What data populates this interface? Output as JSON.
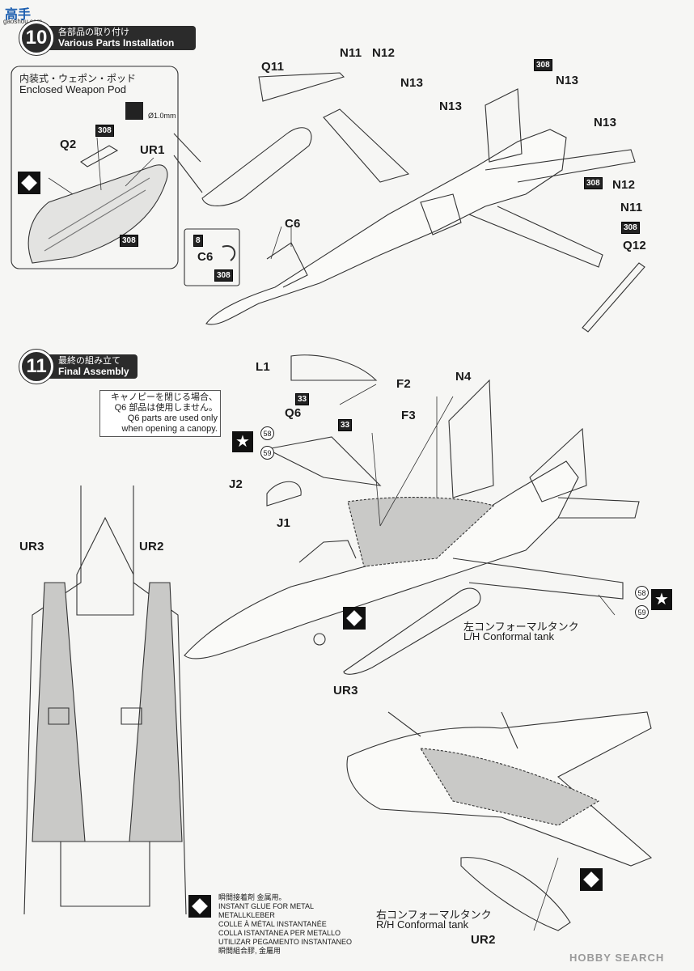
{
  "watermark": {
    "top_left": "高手",
    "top_left_site": "gaoshou.com",
    "bottom_right": "HOBBY SEARCH"
  },
  "step10": {
    "number": "10",
    "title_jp": "各部品の取り付け",
    "title_en": "Various Parts Installation"
  },
  "weapon_pod": {
    "title_jp": "内装式・ウェポン・ポッド",
    "title_en": "Enclosed Weapon Pod",
    "drill": "Ø1.0mm",
    "labels": {
      "q2": "Q2",
      "ur1": "UR1"
    },
    "badges": [
      "308",
      "308"
    ]
  },
  "step10_labels": {
    "q11": "Q11",
    "n11a": "N11",
    "n12a": "N12",
    "n13a": "N13",
    "n13b": "N13",
    "n13c": "N13",
    "n13d": "N13",
    "n12b": "N12",
    "n11b": "N11",
    "q12": "Q12",
    "c6a": "C6",
    "c6b": "C6",
    "b308a": "308",
    "b308b": "308",
    "b308c": "308",
    "b308d": "308",
    "b8": "8"
  },
  "step11": {
    "number": "11",
    "title_jp": "最終の組み立て",
    "title_en": "Final Assembly"
  },
  "canopy_note": {
    "line1": "キャノピーを閉じる場合、",
    "line2": "Q6 部品は使用しません。",
    "line3": "Q6 parts are used only",
    "line4": "when opening a canopy."
  },
  "step11_labels": {
    "l1": "L1",
    "f2": "F2",
    "n4": "N4",
    "q6": "Q6",
    "f3": "F3",
    "j2": "J2",
    "j1": "J1",
    "ur3a": "UR3",
    "ur2a": "UR2",
    "ur3b": "UR3",
    "ur2b": "UR2",
    "b33a": "33",
    "b33b": "33",
    "c58a": "58",
    "c59a": "59",
    "c58b": "58",
    "c59b": "59"
  },
  "conformal_lh": {
    "jp": "左コンフォーマルタンク",
    "en": "L/H Conformal tank"
  },
  "conformal_rh": {
    "jp": "右コンフォーマルタンク",
    "en": "R/H Conformal tank"
  },
  "glue_legend": [
    "瞬間接着剤 金属用。",
    "INSTANT GLUE FOR METAL",
    "METALLKLEBER",
    "COLLE À MÉTAL INSTANTANÉE",
    "COLLA ISTANTANEA PER METALLO",
    "UTILIZAR PEGAMENTO INSTANTANEO",
    "瞬間組合膠, 金屬用"
  ]
}
